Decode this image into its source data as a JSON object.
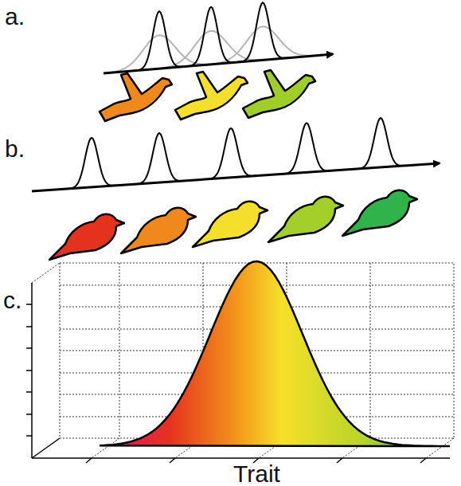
{
  "diagram": {
    "labels": [
      "a.",
      "b.",
      "c.",
      "Trait"
    ]
  }
}
